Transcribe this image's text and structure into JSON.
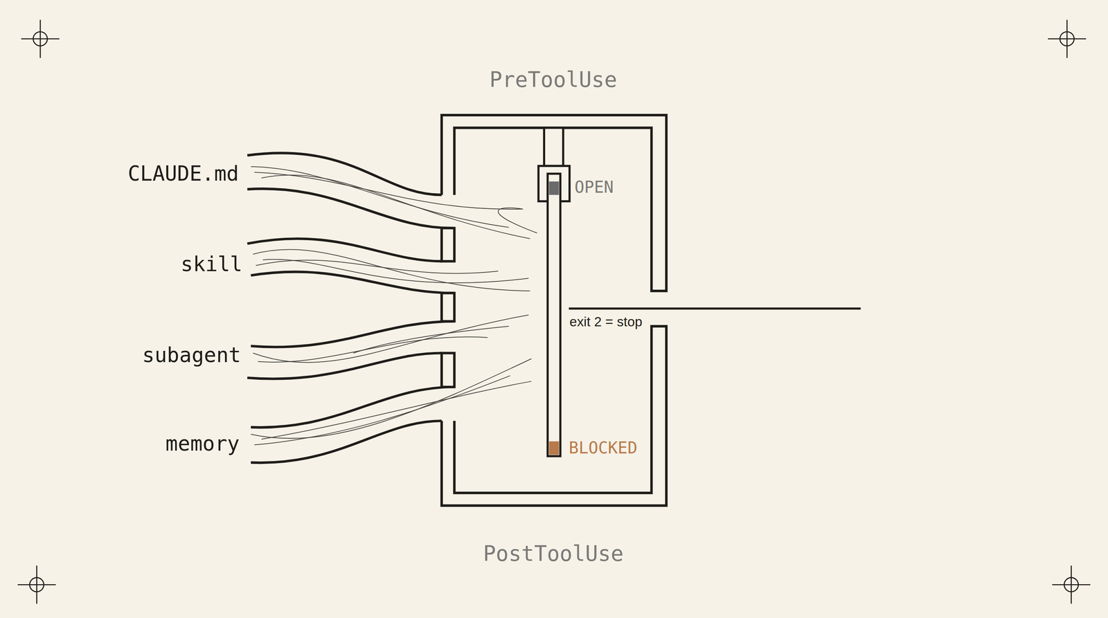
{
  "diagram": {
    "labels": [
      "PreToolUse",
      "CLAUDE.md",
      "OPEN",
      "skill",
      "exit 2 = stop",
      "subagent",
      "BLOCKED",
      "memory",
      "PostToolUse"
    ]
  }
}
